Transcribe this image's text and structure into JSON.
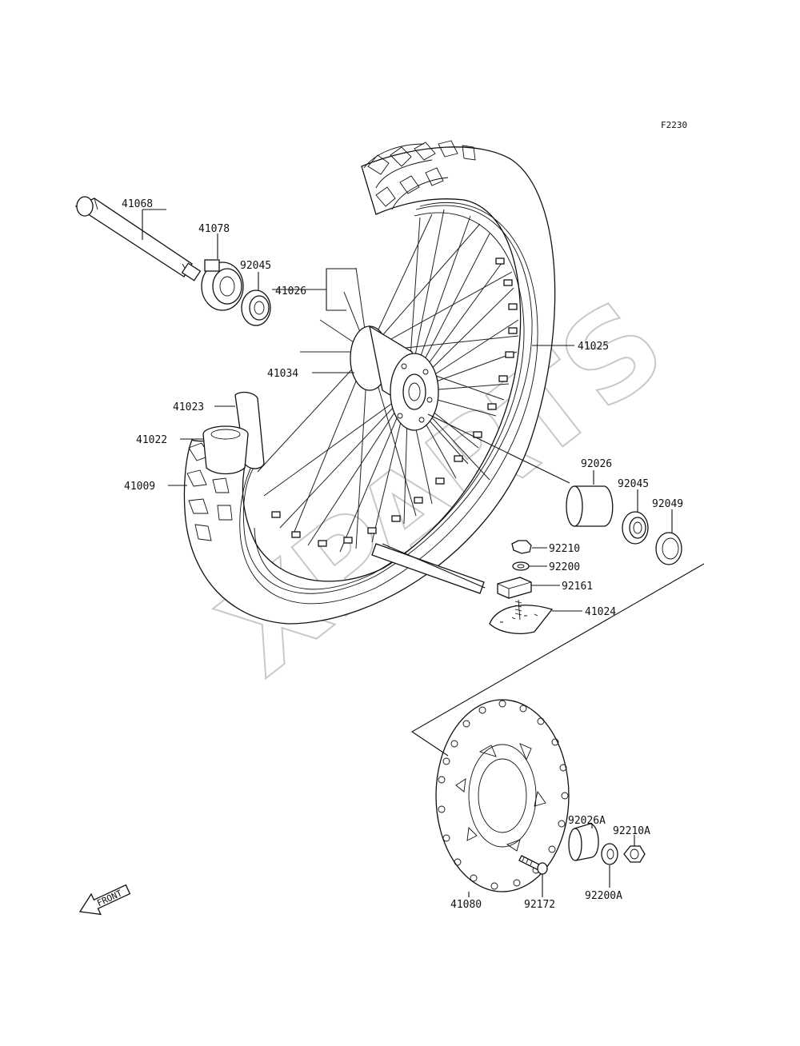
{
  "figure_code": "F2230",
  "front_label": "FRONT",
  "watermark": "XPARTS",
  "parts": {
    "p41068": "41068",
    "p41078": "41078",
    "p92045a": "92045",
    "p41026": "41026",
    "p41025": "41025",
    "p41034": "41034",
    "p41023": "41023",
    "p41022": "41022",
    "p41009": "41009",
    "p92026": "92026",
    "p92045b": "92045",
    "p92049": "92049",
    "p92210": "92210",
    "p92200": "92200",
    "p92161": "92161",
    "p41024": "41024",
    "p92026A": "92026A",
    "p92210A": "92210A",
    "p41080": "41080",
    "p92172": "92172",
    "p92200A": "92200A"
  }
}
